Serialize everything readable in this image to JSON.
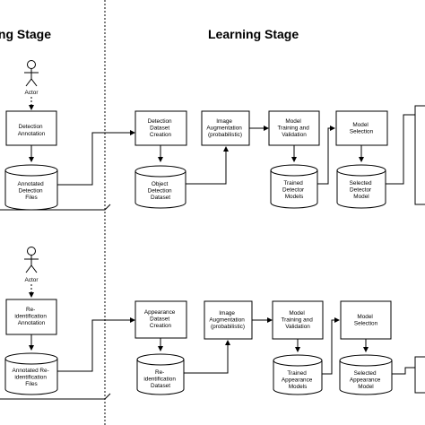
{
  "stages": {
    "left_title": "ing Stage",
    "right_title": "Learning Stage"
  },
  "top_row": {
    "actor": "Actor",
    "detection_annotation": [
      "Detection",
      "Annotation"
    ],
    "annotated_detection_files": [
      "Annotated",
      "Detection",
      "Files"
    ],
    "detection_dataset_creation": [
      "Detection",
      "Dataset",
      "Creation"
    ],
    "object_detection_dataset": [
      "Object",
      "Detection",
      "Dataset"
    ],
    "image_augmentation": [
      "Image",
      "Augmentation",
      "(probabilistic)"
    ],
    "model_training_validation": [
      "Model",
      "Training and",
      "Validation"
    ],
    "trained_detector_models": [
      "Trained",
      "Detector",
      "Models"
    ],
    "model_selection": [
      "Model",
      "Selection"
    ],
    "selected_detector_model": [
      "Selected",
      "Detector",
      "Model"
    ]
  },
  "bottom_row": {
    "actor": "Actor",
    "reid_annotation": [
      "Re-",
      "identification",
      "Annotation"
    ],
    "annotated_reid_files": [
      "Annotated Re-",
      "identification",
      "Files"
    ],
    "appearance_dataset_creation": [
      "Appearance",
      "Dataset",
      "Creation"
    ],
    "reid_dataset": [
      "Re-",
      "identification",
      "Dataset"
    ],
    "image_augmentation": [
      "Image",
      "Augmentation",
      "(probabilistic)"
    ],
    "model_training_validation": [
      "Model",
      "Training and",
      "Validation"
    ],
    "trained_appearance_models": [
      "Trained",
      "Appearance",
      "Models"
    ],
    "model_selection": [
      "Model",
      "Selection"
    ],
    "selected_appearance_model": [
      "Selected",
      "Appearance",
      "Model"
    ]
  }
}
